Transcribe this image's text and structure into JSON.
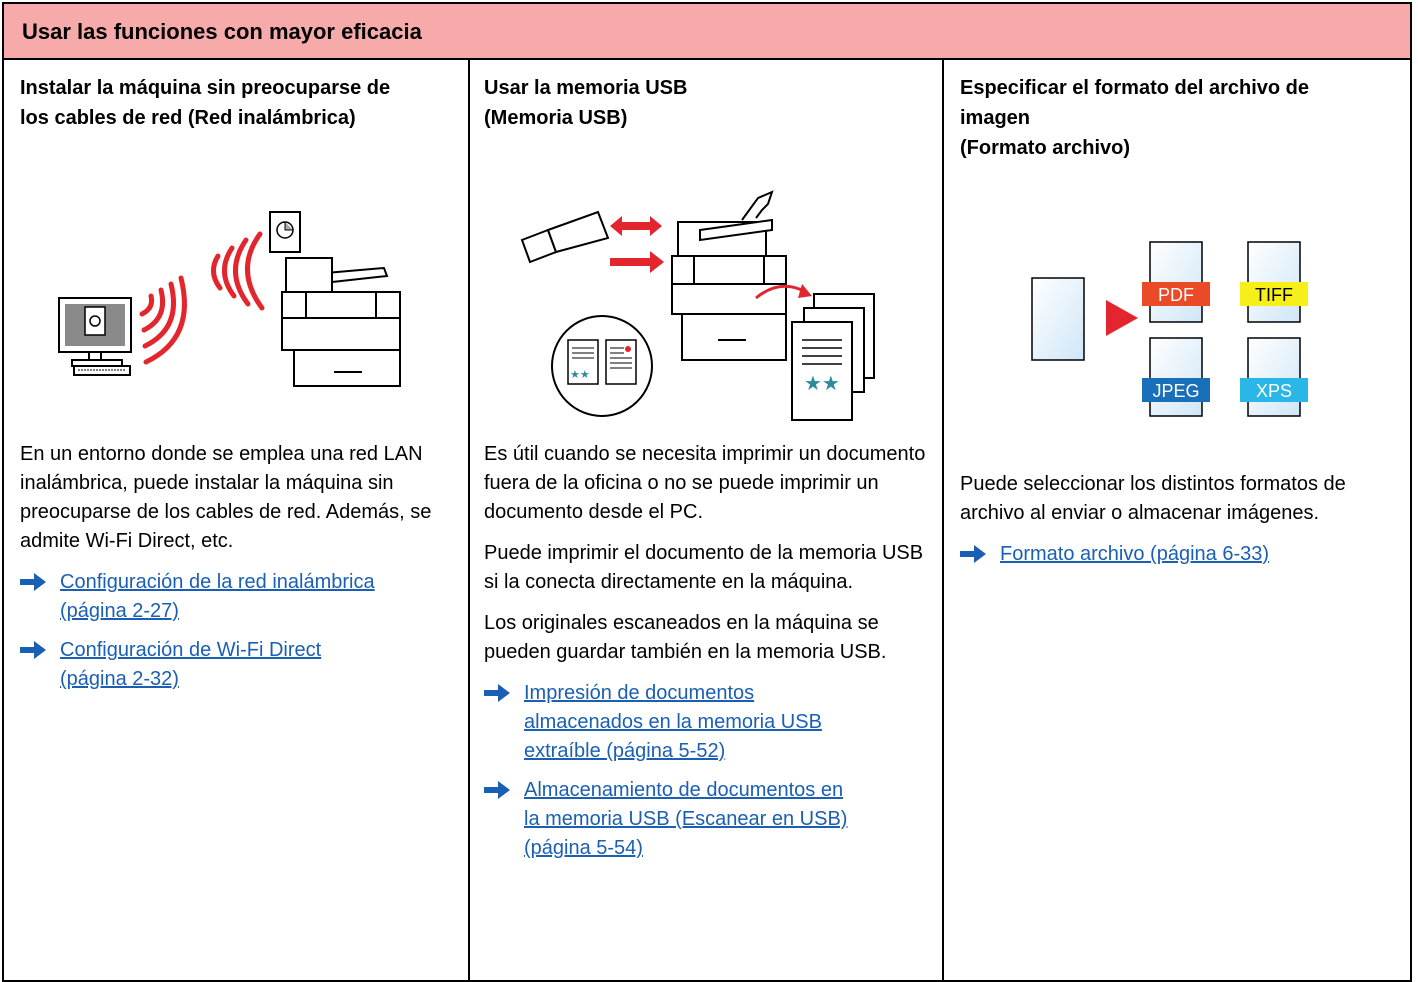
{
  "banner": {
    "title": "Usar las funciones con mayor eficacia"
  },
  "columns": [
    {
      "title_lines": [
        "Instalar la máquina sin preocuparse de",
        "los cables de red (Red inalámbrica)"
      ],
      "paragraphs": [
        "En un entorno donde se emplea una red LAN inalámbrica, puede instalar la máquina sin preocuparse de los cables de red. Además, se admite Wi-Fi Direct, etc."
      ],
      "links": [
        {
          "lines": [
            "Configuración de la red inalámbrica",
            "(página 2-27)"
          ]
        },
        {
          "lines": [
            "Configuración de Wi-Fi Direct",
            "(página 2-32)"
          ]
        }
      ]
    },
    {
      "title_lines": [
        "Usar la memoria USB",
        "(Memoria USB)"
      ],
      "paragraphs": [
        "Es útil cuando se necesita imprimir un documento fuera de la oficina o no se puede imprimir un documento desde el PC.",
        "Puede imprimir el documento de la memoria USB si la conecta directamente en la máquina.",
        "Los originales escaneados en la máquina se pueden guardar también en la memoria USB."
      ],
      "links": [
        {
          "lines": [
            "Impresión de documentos",
            "almacenados en la memoria USB",
            "extraíble (página 5-52)"
          ]
        },
        {
          "lines": [
            "Almacenamiento de documentos en",
            "la memoria USB (Escanear en USB)",
            "(página 5-54)"
          ]
        }
      ]
    },
    {
      "title_lines": [
        "Especificar el formato del archivo de",
        "imagen",
        "(Formato archivo)"
      ],
      "paragraphs": [
        "Puede seleccionar los distintos formatos de archivo al enviar o almacenar imágenes."
      ],
      "links": [
        {
          "lines": [
            "Formato archivo (página 6-33)"
          ]
        }
      ],
      "formats": [
        {
          "label": "PDF",
          "color": "#ea4a26",
          "text_color": "#ffffff"
        },
        {
          "label": "TIFF",
          "color": "#f7ef1a",
          "text_color": "#000000"
        },
        {
          "label": "JPEG",
          "color": "#1a6fb9",
          "text_color": "#ffffff"
        },
        {
          "label": "XPS",
          "color": "#2bb6e8",
          "text_color": "#ffffff"
        }
      ]
    }
  ],
  "colors": {
    "banner": "#f7aaaa",
    "link": "#1a5fb4",
    "accent_red": "#e3262e"
  }
}
